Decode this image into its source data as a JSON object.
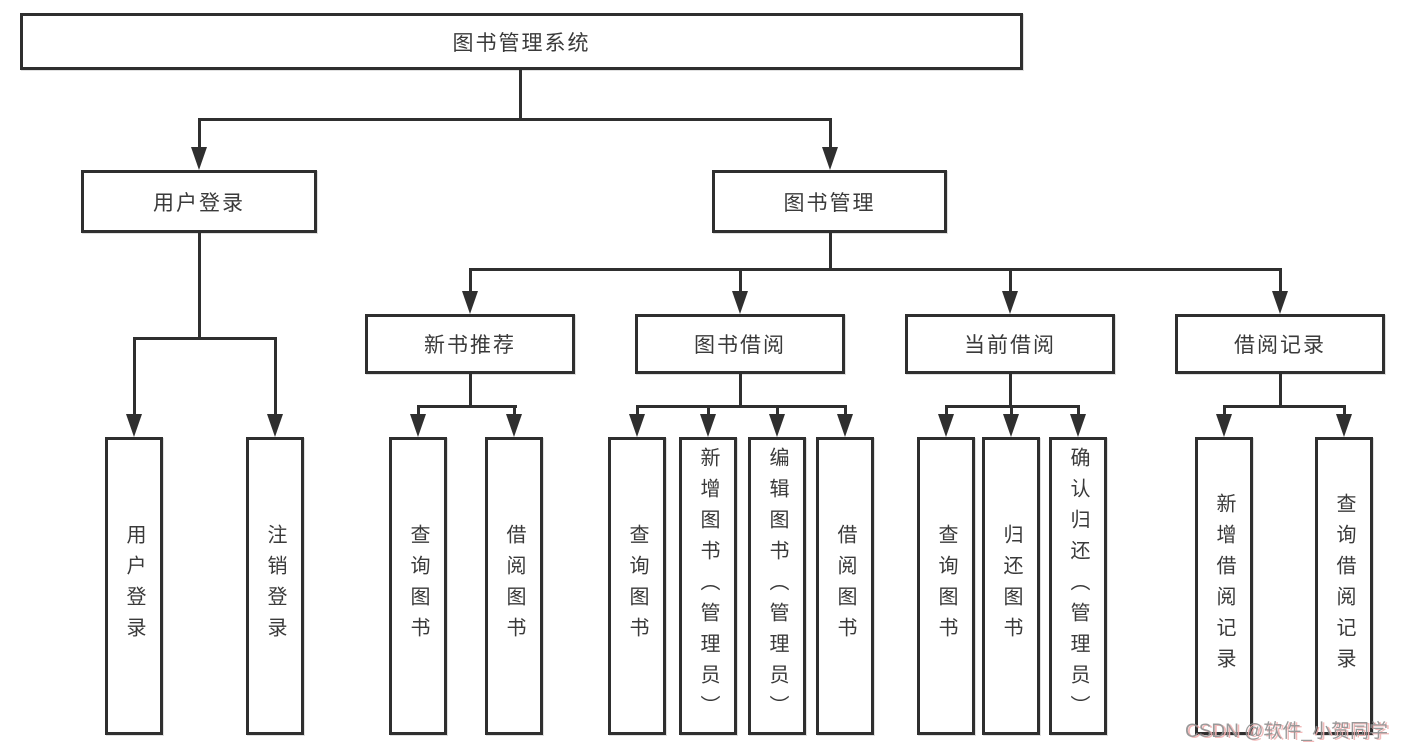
{
  "diagram": {
    "root": {
      "label": "图书管理系统"
    },
    "level2": [
      {
        "label": "用户登录"
      },
      {
        "label": "图书管理"
      }
    ],
    "level3": [
      {
        "label": "新书推荐"
      },
      {
        "label": "图书借阅"
      },
      {
        "label": "当前借阅"
      },
      {
        "label": "借阅记录"
      }
    ],
    "leaves": {
      "user_login": [
        "用户登录",
        "注销登录"
      ],
      "new_book_recommend": [
        "查询图书",
        "借阅图书"
      ],
      "book_borrow": [
        "查询图书",
        "新增图书（管理员）",
        "编辑图书（管理员）",
        "借阅图书"
      ],
      "current_borrow": [
        "查询图书",
        "归还图书",
        "确认归还（管理员）"
      ],
      "borrow_records": [
        "新增借阅记录",
        "查询借阅记录"
      ]
    }
  },
  "watermark": {
    "text": "CSDN @软件_小贺同学"
  },
  "colors": {
    "line": "#2f2f2f",
    "text": "#3a3a3a",
    "watermark_text": "#8f8f8f",
    "watermark_shadow": "#f2b3b3",
    "background": "#ffffff"
  }
}
